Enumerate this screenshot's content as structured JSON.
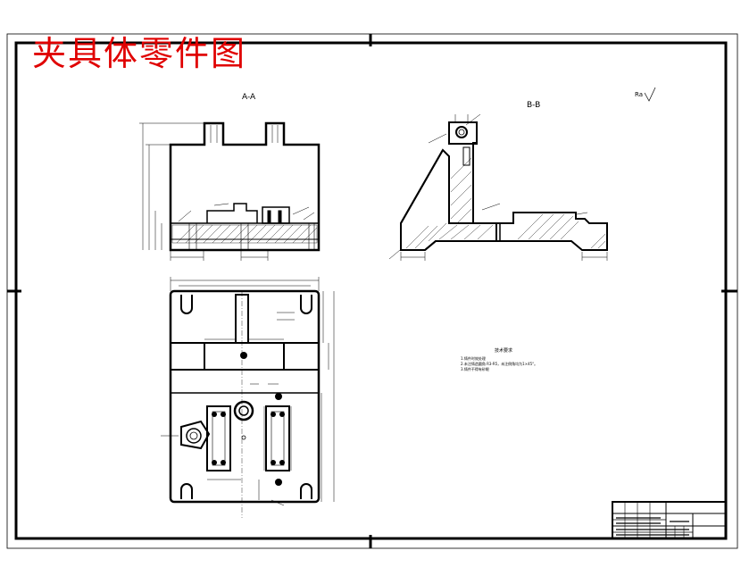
{
  "title": "夹具体零件图",
  "views": {
    "section_a": "A-A",
    "section_b": "B-B",
    "roughness_mark": "Ra"
  },
  "notes": {
    "heading": "技术要求",
    "lines": [
      "1.铸件时效处理",
      "2.未注铸造圆角 R3-R5，未注倒角均为1×45°。",
      "3.铸件不得有砂眼"
    ]
  },
  "colors": {
    "title": "#e00000",
    "line": "#000000",
    "background": "#ffffff"
  }
}
